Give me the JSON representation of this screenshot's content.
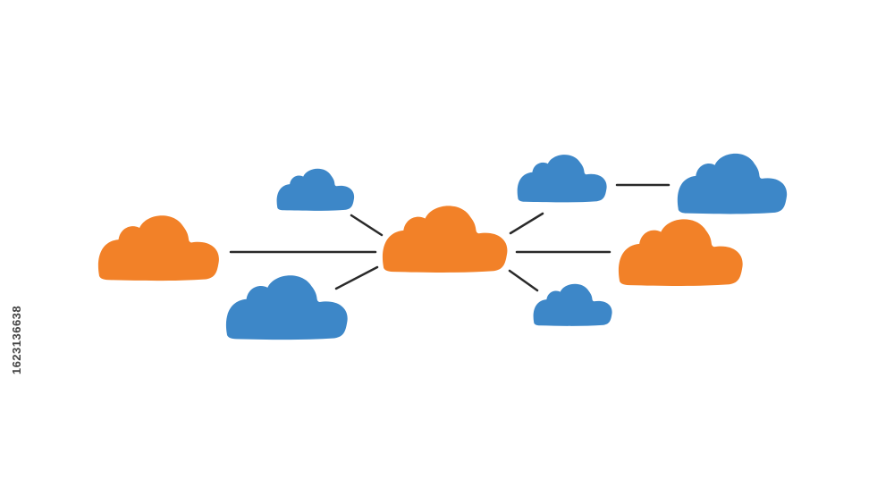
{
  "diagram": {
    "colors": {
      "orange": "#F28128",
      "blue": "#3D87C8",
      "connector": "#2a2a2a",
      "background": "#ffffff"
    },
    "nodes": [
      {
        "id": "cloud-left",
        "color": "orange"
      },
      {
        "id": "cloud-center",
        "color": "orange"
      },
      {
        "id": "cloud-right",
        "color": "orange"
      },
      {
        "id": "cloud-top-left",
        "color": "blue"
      },
      {
        "id": "cloud-bottom-left",
        "color": "blue"
      },
      {
        "id": "cloud-top-mid-right",
        "color": "blue"
      },
      {
        "id": "cloud-top-far-right",
        "color": "blue"
      },
      {
        "id": "cloud-bottom-mid-right",
        "color": "blue"
      }
    ],
    "edges": [
      {
        "from": "cloud-left",
        "to": "cloud-center"
      },
      {
        "from": "cloud-top-left",
        "to": "cloud-center"
      },
      {
        "from": "cloud-bottom-left",
        "to": "cloud-center"
      },
      {
        "from": "cloud-center",
        "to": "cloud-top-mid-right"
      },
      {
        "from": "cloud-center",
        "to": "cloud-right"
      },
      {
        "from": "cloud-center",
        "to": "cloud-bottom-mid-right"
      },
      {
        "from": "cloud-top-mid-right",
        "to": "cloud-top-far-right"
      }
    ]
  },
  "watermark": {
    "stock_id": "1623136638"
  }
}
